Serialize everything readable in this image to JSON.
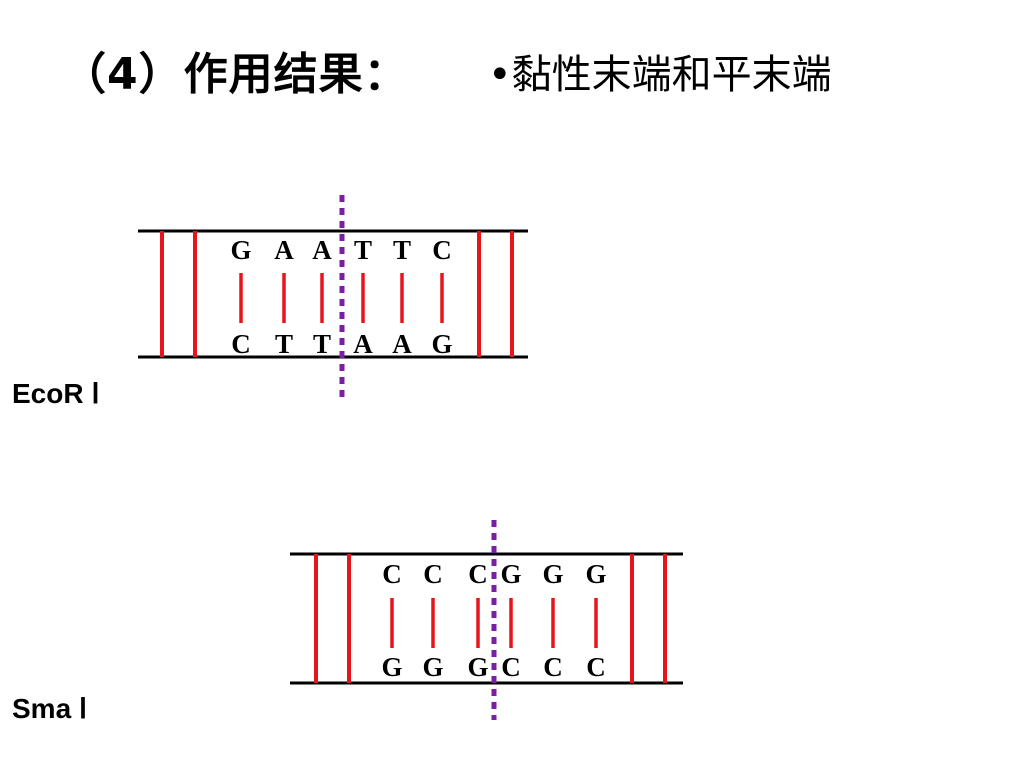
{
  "slide": {
    "title": "（4）作用结果：",
    "bullet": "•黏性末端和平末端"
  },
  "colors": {
    "backbone": "#000000",
    "base_pair": "#e8141b",
    "cut_line": "#7a1fa2"
  },
  "examples": [
    {
      "enzyme": "EcoR Ⅰ",
      "top_strand": [
        "G",
        "A",
        "A",
        "T",
        "T",
        "C"
      ],
      "bottom_strand": [
        "C",
        "T",
        "T",
        "A",
        "A",
        "G"
      ]
    },
    {
      "enzyme": "Sma Ⅰ",
      "top_strand": [
        "C",
        "C",
        "C",
        "G",
        "G",
        "G"
      ],
      "bottom_strand": [
        "G",
        "G",
        "G",
        "C",
        "C",
        "C"
      ]
    }
  ]
}
